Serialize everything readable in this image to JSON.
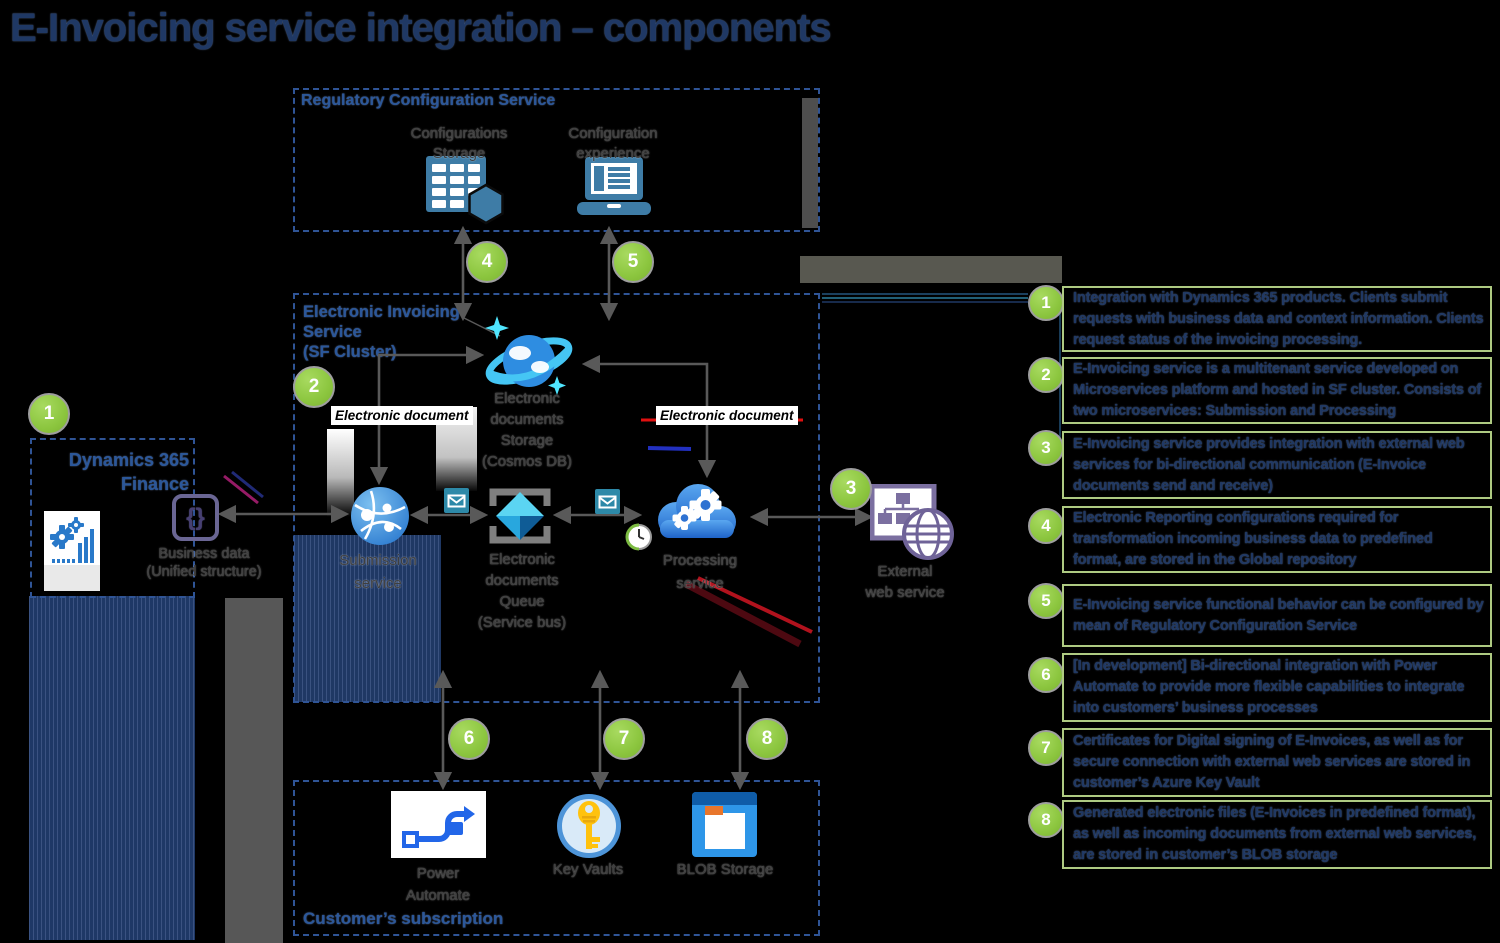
{
  "title": "E-Invoicing service integration – components",
  "boxes": {
    "regulatory": {
      "title": "Regulatory Configuration Service"
    },
    "einvoicing": {
      "title_lines": [
        "Electronic Invoicing",
        "Service",
        "(SF Cluster)"
      ]
    },
    "customer": {
      "title": "Customer’s subscription"
    },
    "dynamics": {
      "title_lines": [
        "Dynamics 365",
        "Finance"
      ]
    }
  },
  "nodes": {
    "config_storage": {
      "lines": [
        "Configurations",
        "Storage"
      ]
    },
    "config_experience": {
      "lines": [
        "Configuration",
        "experience"
      ]
    },
    "doc_storage": {
      "lines": [
        "Electronic",
        "documents",
        "Storage",
        "(Cosmos DB)"
      ]
    },
    "submission": {
      "lines": [
        "Submission",
        "service"
      ]
    },
    "queue": {
      "lines": [
        "Electronic",
        "documents",
        "Queue",
        "(Service bus)"
      ]
    },
    "processing": {
      "lines": [
        "Processing",
        "service"
      ]
    },
    "external": {
      "lines": [
        "External",
        "web service"
      ]
    },
    "business_data": {
      "lines": [
        "Business data",
        "(Unified structure)"
      ],
      "icon_glyph": "{}"
    },
    "power_automate": {
      "lines": [
        "Power",
        "Automate"
      ]
    },
    "key_vaults": {
      "label": "Key Vaults"
    },
    "blob": {
      "label": "BLOB Storage"
    }
  },
  "flow_labels": {
    "left": "Electronic document",
    "right": "Electronic document"
  },
  "markers": [
    "1",
    "2",
    "3",
    "4",
    "5",
    "6",
    "7",
    "8"
  ],
  "callouts": [
    {
      "n": "1",
      "text": "Integration with Dynamics 365 products. Clients submit requests with business data and context information. Clients request status of the invoicing processing."
    },
    {
      "n": "2",
      "text": "E-Invoicing service is a multitenant service developed on Microservices platform and hosted in SF cluster. Consists of two microservices: Submission and Processing"
    },
    {
      "n": "3",
      "text": "E-Invoicing service provides integration with external web services for bi-directional communication (E-Invoice documents send and receive)"
    },
    {
      "n": "4",
      "text": "Electronic Reporting configurations required for transformation incoming business data to predefined format, are stored in the Global repository"
    },
    {
      "n": "5",
      "text": "E-Invoicing service functional behavior can be configured by mean of Regulatory Configuration Service"
    },
    {
      "n": "6",
      "text": "[In development] Bi-directional integration with Power Automate to provide more flexible capabilities to integrate into customers’ business processes"
    },
    {
      "n": "7",
      "text": "Certificates for Digital signing of E-Invoices, as well as for secure connection with external web services are stored in customer’s Azure Key Vault"
    },
    {
      "n": "8",
      "text": "Generated electronic files (E-Invoices in predefined format), as well as incoming documents from external web services, are stored in customer’s BLOB storage"
    }
  ],
  "colors": {
    "navy": "#1F3864",
    "box_border_blue": "#2F5496",
    "marker_green": "#8CC63F",
    "callout_border": "#AECA82",
    "arrow_gray": "#595959"
  }
}
